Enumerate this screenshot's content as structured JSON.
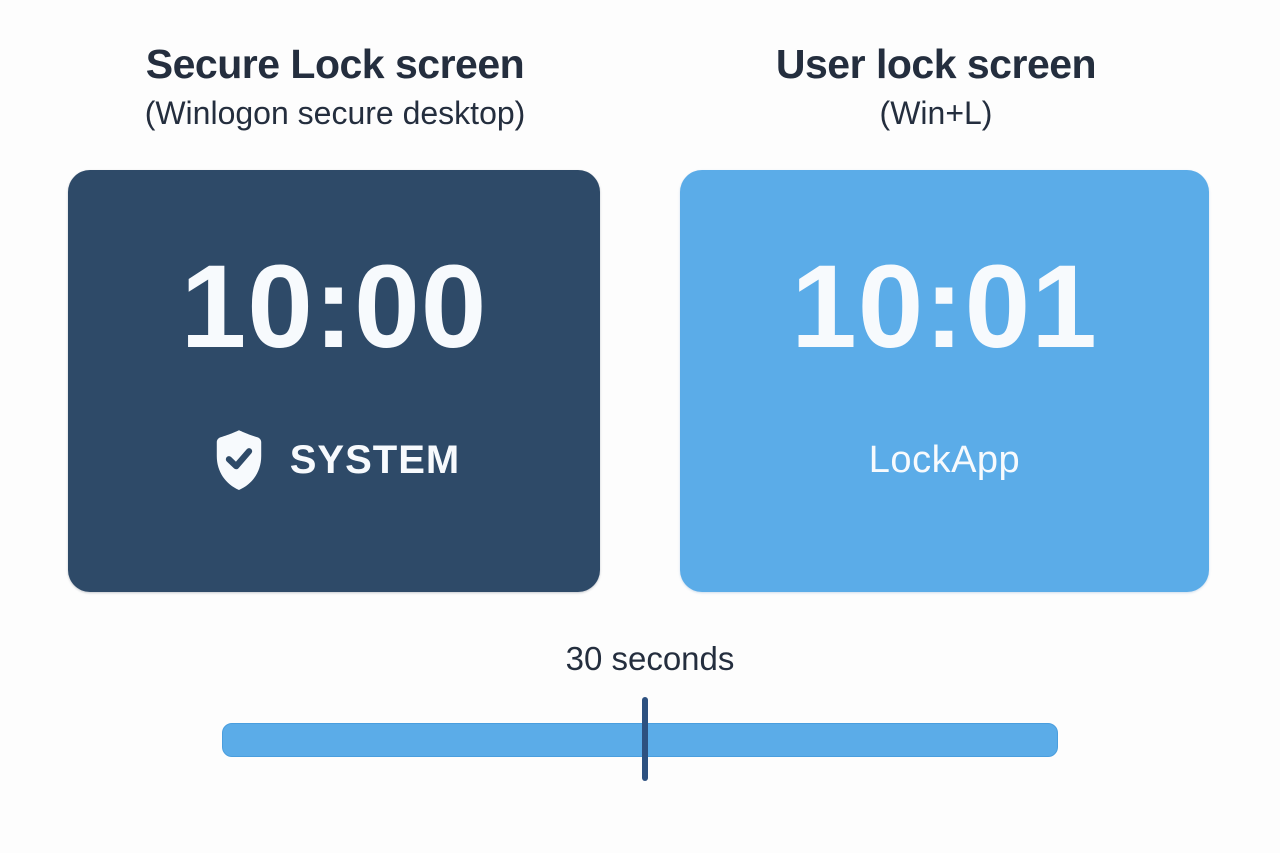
{
  "left_panel": {
    "title": "Secure Lock screen",
    "subtitle": "(Winlogon secure desktop)",
    "clock_time": "10:00",
    "label": "SYSTEM",
    "card_color": "#2e4a68",
    "icon": "shield-check-icon"
  },
  "right_panel": {
    "title": "User lock screen",
    "subtitle": "(Win+L)",
    "clock_time": "10:01",
    "label": "LockApp",
    "card_color": "#5bace8"
  },
  "timeline": {
    "label": "30 seconds",
    "bar_color": "#5bace8",
    "tick_color": "#2d5180"
  },
  "colors": {
    "background": "#fdfdfd",
    "heading_text": "#242e3e",
    "card_text": "#f7fafd"
  }
}
